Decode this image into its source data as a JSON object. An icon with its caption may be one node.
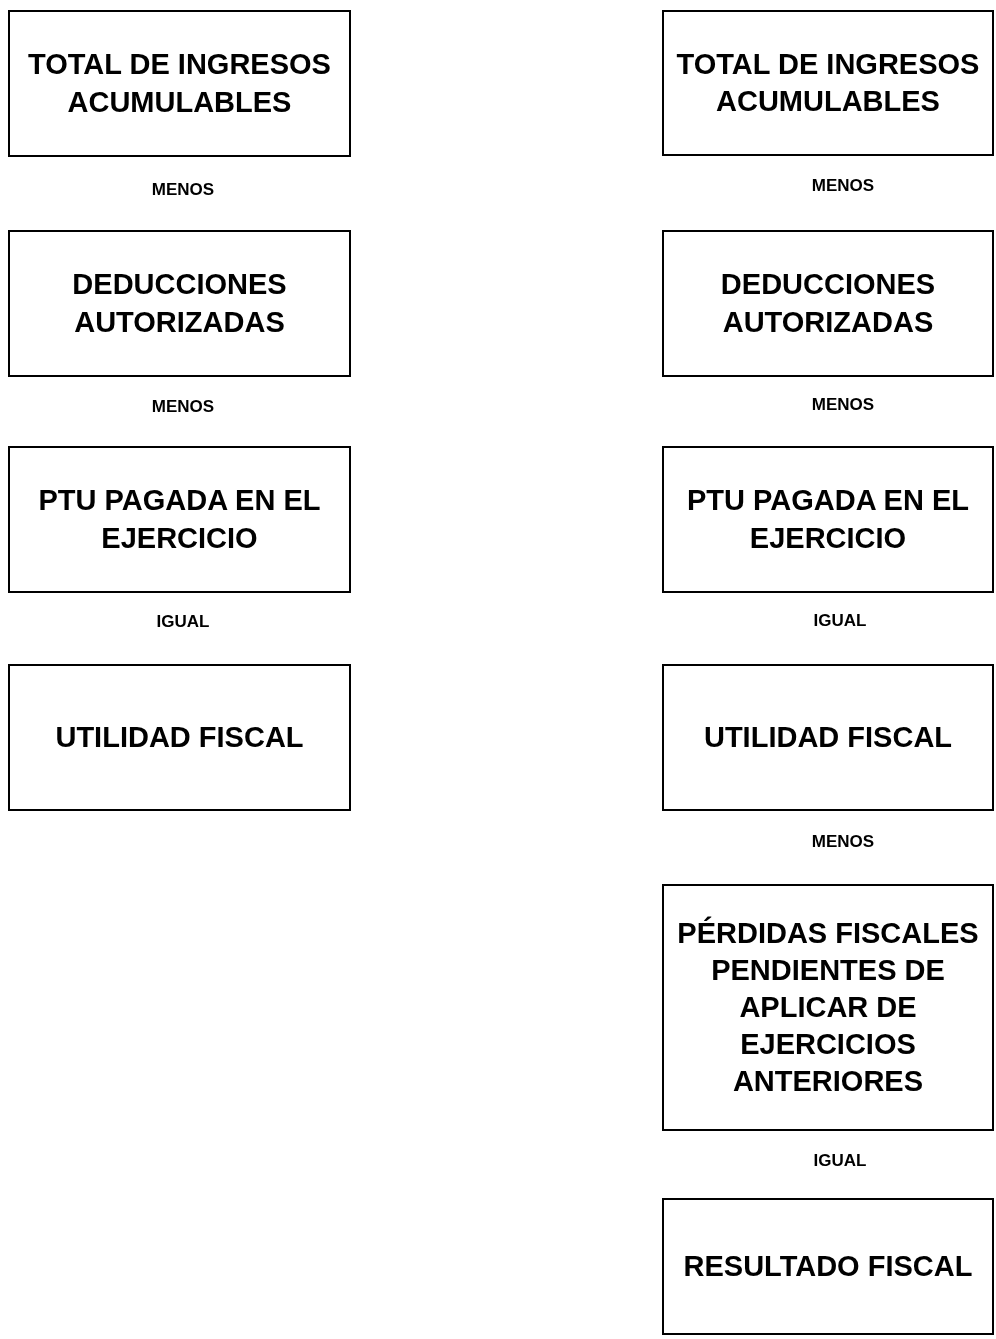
{
  "diagram": {
    "nodes": [
      {
        "text": [
          "TOTAL DE INGRESOS ACUMULABLES"
        ]
      },
      {
        "text": [
          "DEDUCCIONES AUTORIZADAS"
        ]
      },
      {
        "text": [
          "PTU PAGADA EN EL EJERCICIO"
        ]
      },
      {
        "text": [
          "UTILIDAD FISCAL"
        ]
      },
      {
        "text": [
          "TOTAL DE INGRESOS ACUMULABLES"
        ]
      },
      {
        "text": [
          "DEDUCCIONES AUTORIZADAS"
        ]
      },
      {
        "text": [
          "PTU PAGADA EN EL EJERCICIO"
        ]
      },
      {
        "text": [
          "UTILIDAD FISCAL"
        ]
      },
      {
        "text": [
          "PÉRDIDAS FISCALES PENDIENTES DE APLICAR DE EJERCICIOS ANTERIORES"
        ]
      },
      {
        "text": [
          "RESULTADO FISCAL"
        ]
      }
    ],
    "labels": [
      "MENOS",
      "MENOS",
      "IGUAL",
      "MENOS",
      "MENOS",
      "IGUAL",
      "MENOS",
      "IGUAL"
    ]
  }
}
